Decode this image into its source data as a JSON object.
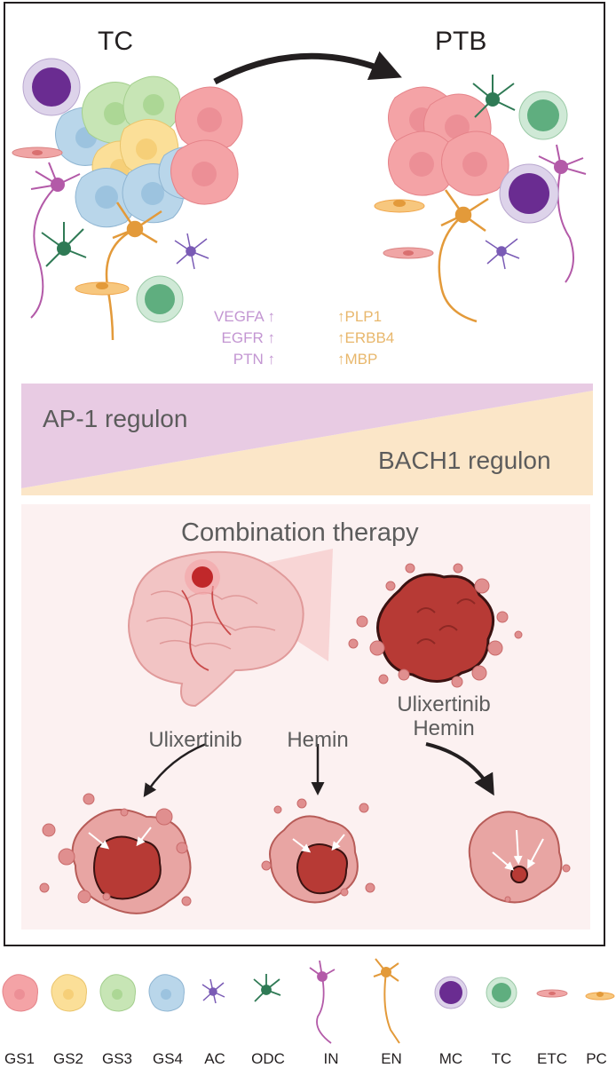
{
  "top": {
    "left_label": "TC",
    "right_label": "PTB",
    "up_genes_left": [
      "VEGFA",
      "EGFR",
      "PTN"
    ],
    "up_genes_right": [
      "PLP1",
      "ERBB4",
      "MBP"
    ],
    "arrow_glyph": "up-arrow"
  },
  "regulons": {
    "ap1": "AP-1 regulon",
    "bach1": "BACH1 regulon",
    "ap1_color": "#e8cbe3",
    "bach1_color": "#fbe6c8"
  },
  "therapy": {
    "title": "Combination therapy",
    "drugs": [
      {
        "line1": "Ulixertinib",
        "line2": ""
      },
      {
        "line1": "Hemin",
        "line2": ""
      },
      {
        "line1": "Ulixertinib",
        "line2": "Hemin"
      }
    ]
  },
  "legend": {
    "items": [
      {
        "label": "GS1",
        "icon": "gs1-cell-icon",
        "color": "#f4a3a6"
      },
      {
        "label": "GS2",
        "icon": "gs2-cell-icon",
        "color": "#fbdf98"
      },
      {
        "label": "GS3",
        "icon": "gs3-cell-icon",
        "color": "#c7e5b5"
      },
      {
        "label": "GS4",
        "icon": "gs4-cell-icon",
        "color": "#b9d6ea"
      },
      {
        "label": "AC",
        "icon": "astrocyte-icon",
        "color": "#7a5bb5"
      },
      {
        "label": "ODC",
        "icon": "oligodendrocyte-icon",
        "color": "#2f7a55"
      },
      {
        "label": "IN",
        "icon": "inhibitory-neuron-icon",
        "color": "#b35aa8"
      },
      {
        "label": "EN",
        "icon": "excitatory-neuron-icon",
        "color": "#e39a3a"
      },
      {
        "label": "MC",
        "icon": "macrophage-icon",
        "color": "#6a2c91"
      },
      {
        "label": "TC",
        "icon": "t-cell-icon",
        "color": "#5fae7f"
      },
      {
        "label": "ETC",
        "icon": "endothelial-cell-icon",
        "color": "#e98a8a"
      },
      {
        "label": "PC",
        "icon": "pericyte-icon",
        "color": "#f0a54a"
      }
    ]
  }
}
